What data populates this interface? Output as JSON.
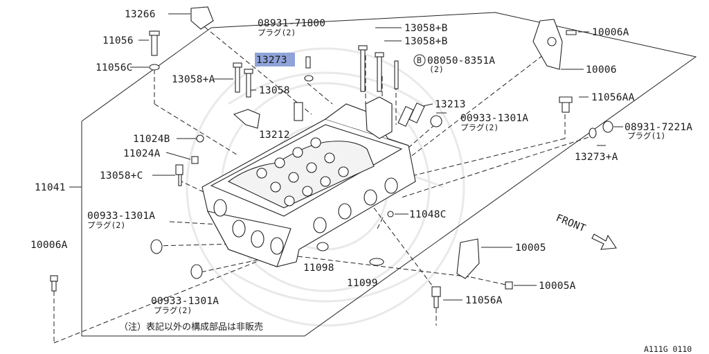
{
  "callouts": [
    {
      "text": "13266"
    },
    {
      "text": "08931-71800"
    },
    {
      "text": "プラグ(2)"
    },
    {
      "text": "11056"
    },
    {
      "text": "13273",
      "highlighted": true
    },
    {
      "text": "13058+B"
    },
    {
      "text": "13058+B"
    },
    {
      "text": "10006A"
    },
    {
      "text": "11056C"
    },
    {
      "text": "08050-8351A",
      "prefix": "B"
    },
    {
      "text": "(2)"
    },
    {
      "text": "10006"
    },
    {
      "text": "13058+A"
    },
    {
      "text": "13058"
    },
    {
      "text": "13213"
    },
    {
      "text": "11056AA"
    },
    {
      "text": "00933-1301A"
    },
    {
      "text": "プラグ(2)"
    },
    {
      "text": "08931-7221A"
    },
    {
      "text": "プラグ(1)"
    },
    {
      "text": "13212"
    },
    {
      "text": "11024B"
    },
    {
      "text": "13273+A"
    },
    {
      "text": "11024A"
    },
    {
      "text": "13058+C"
    },
    {
      "text": "11041"
    },
    {
      "text": "00933-1301A"
    },
    {
      "text": "プラグ(2)"
    },
    {
      "text": "11048C"
    },
    {
      "text": "FRONT"
    },
    {
      "text": "10006A"
    },
    {
      "text": "10005"
    },
    {
      "text": "11098"
    },
    {
      "text": "11099"
    },
    {
      "text": "10005A"
    },
    {
      "text": "11056A"
    },
    {
      "text": "00933-1301A"
    },
    {
      "text": "プラグ(2)"
    }
  ],
  "note": "（注）表記以外の構成部品は非販売",
  "diagram_code": "A111G 0110",
  "colors": {
    "highlight": "#8fa3d9",
    "ink": "#222222"
  }
}
